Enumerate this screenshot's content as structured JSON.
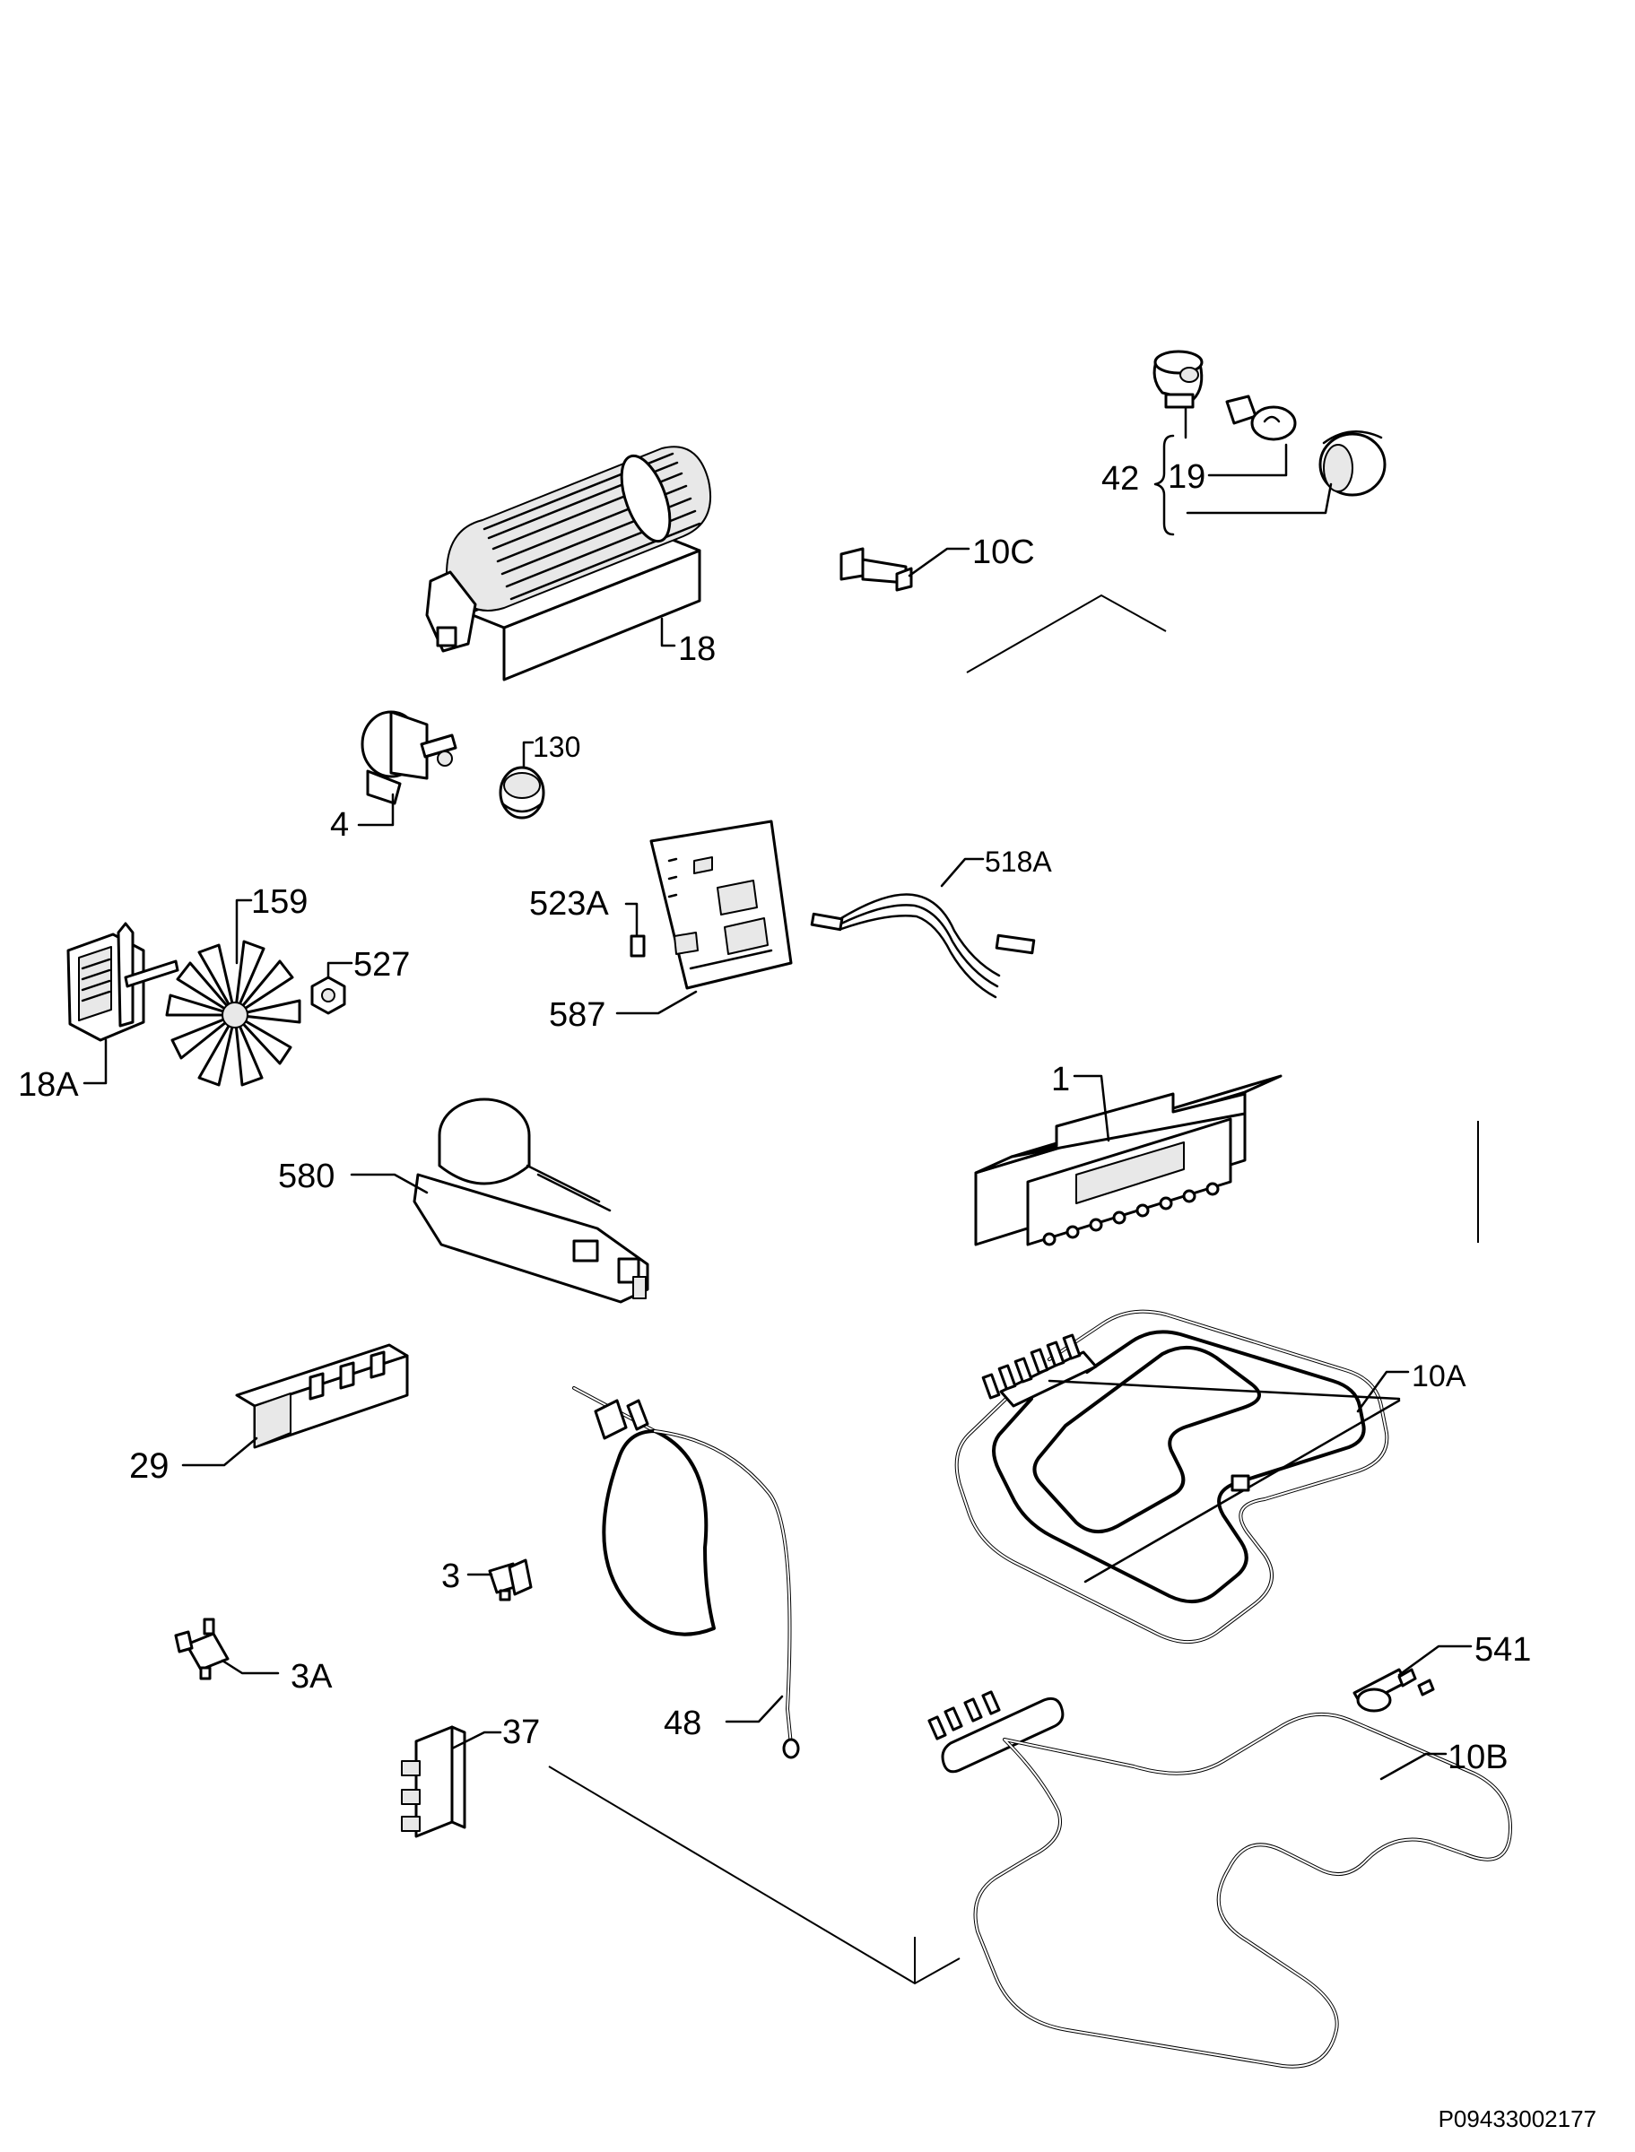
{
  "diagram": {
    "drawing_code": "P09433002177",
    "labels": {
      "p42": "42",
      "p19": "19",
      "p10c": "10C",
      "p18": "18",
      "p130": "130",
      "p4": "4",
      "p518a": "518A",
      "p523a": "523A",
      "p587": "587",
      "p159": "159",
      "p527": "527",
      "p18a": "18A",
      "p1": "1",
      "p580": "580",
      "p10a": "10A",
      "p29": "29",
      "p3": "3",
      "p3a": "3A",
      "p541": "541",
      "p37": "37",
      "p48": "48",
      "p10b": "10B"
    }
  }
}
